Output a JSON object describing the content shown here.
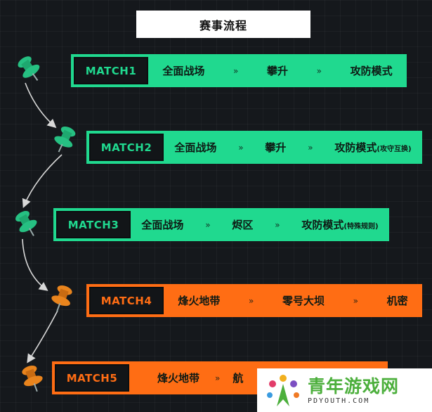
{
  "title": "赛事流程",
  "separator": "»",
  "matches": [
    {
      "tag": "MATCH1",
      "modes": [
        "全面战场",
        "攀升",
        "攻防模式"
      ],
      "note": "",
      "color": "green"
    },
    {
      "tag": "MATCH2",
      "modes": [
        "全面战场",
        "攀升",
        "攻防模式"
      ],
      "note": "(攻守互换)",
      "color": "green"
    },
    {
      "tag": "MATCH3",
      "modes": [
        "全面战场",
        "烬区",
        "攻防模式"
      ],
      "note": "(特殊规则)",
      "color": "green"
    },
    {
      "tag": "MATCH4",
      "modes": [
        "烽火地带",
        "零号大坝",
        "机密"
      ],
      "note": "",
      "color": "orange"
    },
    {
      "tag": "MATCH5",
      "modes": [
        "烽火地带",
        "航"
      ],
      "note": "",
      "color": "orange"
    }
  ],
  "colors": {
    "green": "#20d98f",
    "orange": "#ff6d14",
    "background": "#15181c"
  },
  "watermark": {
    "cn": "青年游戏网",
    "en": "PDYOUTH.COM",
    "icon": "people-logo-icon"
  }
}
